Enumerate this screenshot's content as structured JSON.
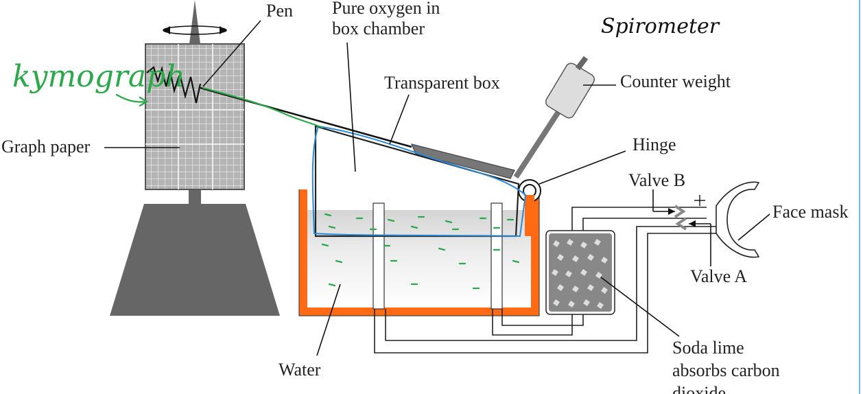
{
  "colors": {
    "stand": "#666666",
    "drum_fill": "#b4b4b4",
    "drum_grid": "#ffffff",
    "tank_wall": "#ff6a13",
    "water_top": "#c9c9c9",
    "water_bottom": "#ffffff",
    "soda_lime": "#888888",
    "annotation_green": "#2aa84a",
    "annotation_blue": "#2a8ad8",
    "ink": "#111111",
    "right_edge_guide": "#3ca0e6"
  },
  "handwritten": {
    "kymograph": "kymograph",
    "spirometer": "Spirometer"
  },
  "labels": {
    "pen": "Pen",
    "pure_oxygen_line1": "Pure oxygen in",
    "pure_oxygen_line2": "box chamber",
    "transparent_box": "Transparent box",
    "counter_weight": "Counter weight",
    "hinge": "Hinge",
    "graph_paper": "Graph paper",
    "valve_b": "Valve B",
    "valve_a": "Valve A",
    "face_mask": "Face mask",
    "water": "Water",
    "soda_lime_line1": "Soda lime",
    "soda_lime_line2": "absorbs carbon",
    "soda_lime_line3": "dioxide"
  },
  "icons": {
    "rotation": "rotation-arrow-icon",
    "cursor": "crosshair-cursor-icon"
  }
}
